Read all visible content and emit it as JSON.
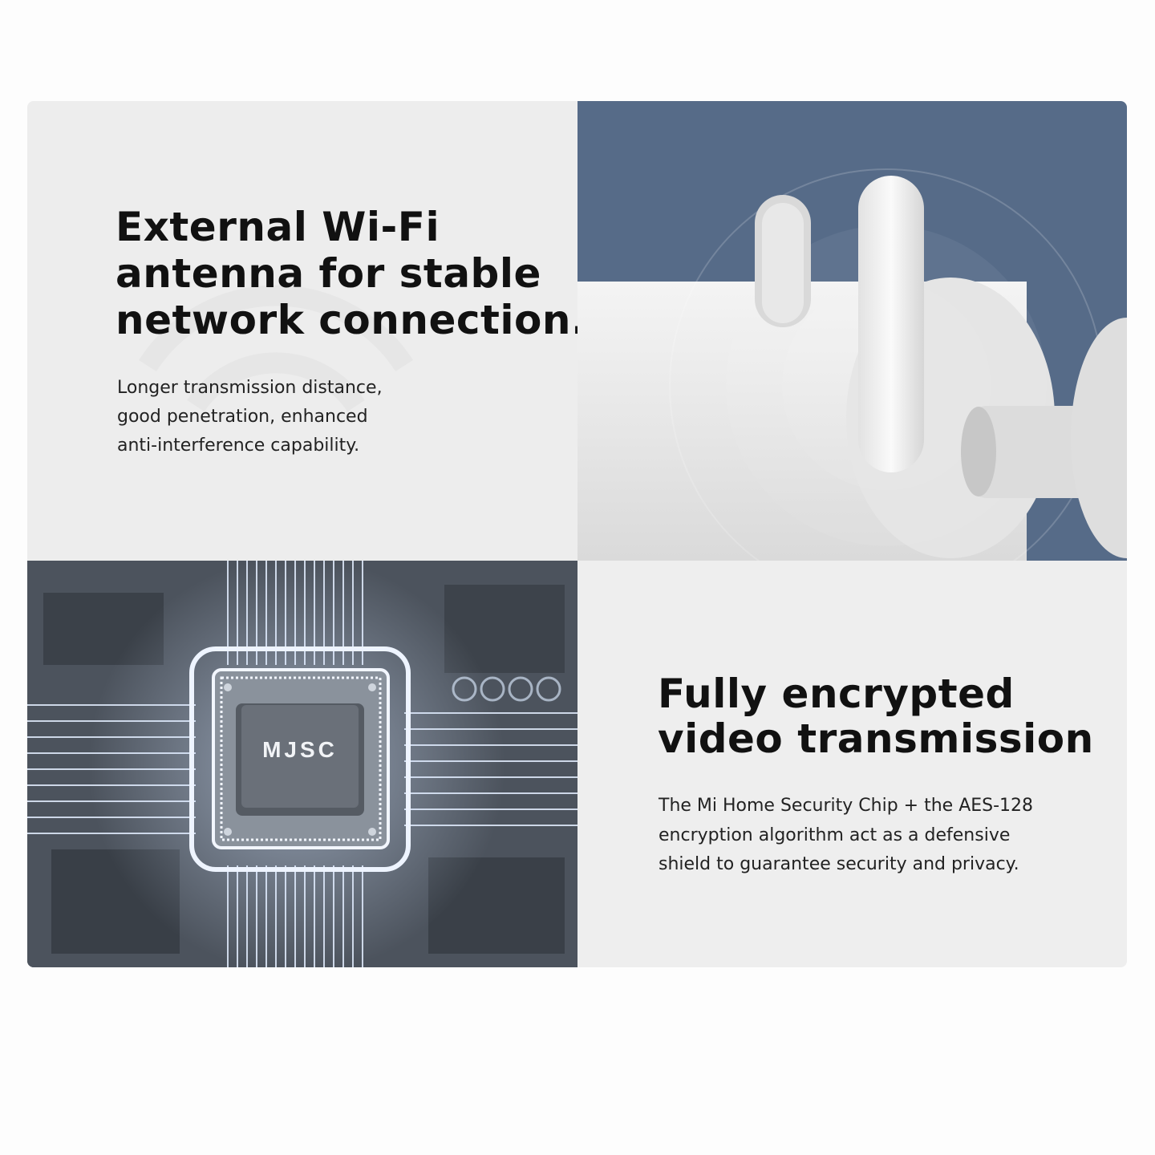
{
  "wifi_section": {
    "title_lines": [
      "External Wi-Fi",
      "antenna for stable",
      "network connection."
    ],
    "body_lines": [
      "Longer transmission distance,",
      "good penetration, enhanced",
      "anti-interference capability."
    ]
  },
  "encryption_section": {
    "title_lines": [
      "Fully encrypted",
      "video transmission"
    ],
    "body_lines": [
      "The Mi Home Security Chip + the AES-128",
      "encryption algorithm act as a defensive",
      "shield to guarantee security and privacy."
    ]
  },
  "chip": {
    "label": "MJSC"
  },
  "colors": {
    "slate_blue": "#566b88",
    "panel_gray": "#ededed",
    "text": "#111111"
  }
}
